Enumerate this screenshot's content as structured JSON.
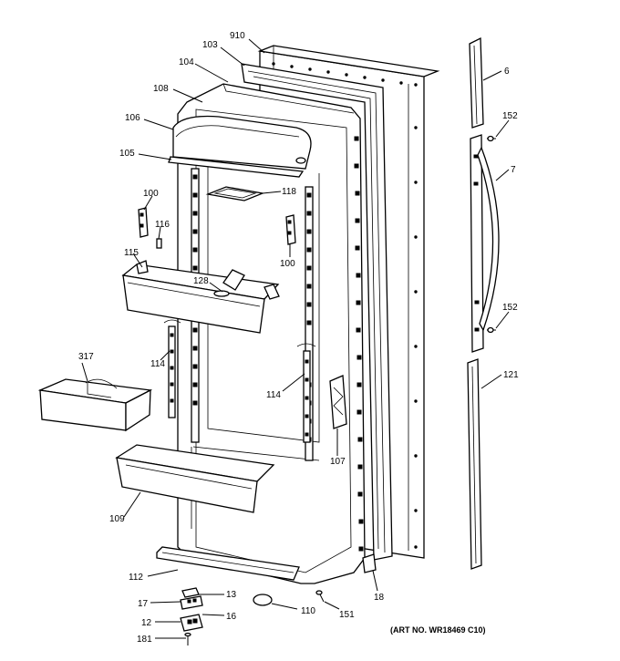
{
  "art_number": "(ART NO. WR18469 C10)",
  "callouts": {
    "c910": "910",
    "c103": "103",
    "c104": "104",
    "c108": "108",
    "c106": "106",
    "c105": "105",
    "c100a": "100",
    "c116": "116",
    "c118": "118",
    "c100b": "100",
    "c115": "115",
    "c128": "128",
    "c114a": "114",
    "c114b": "114",
    "c317": "317",
    "c107": "107",
    "c109": "109",
    "c112": "112",
    "c13": "13",
    "c17": "17",
    "c16": "16",
    "c12": "12",
    "c181": "181",
    "c110": "110",
    "c151": "151",
    "c18": "18",
    "c6": "6",
    "c152a": "152",
    "c7": "7",
    "c152b": "152",
    "c121": "121"
  }
}
